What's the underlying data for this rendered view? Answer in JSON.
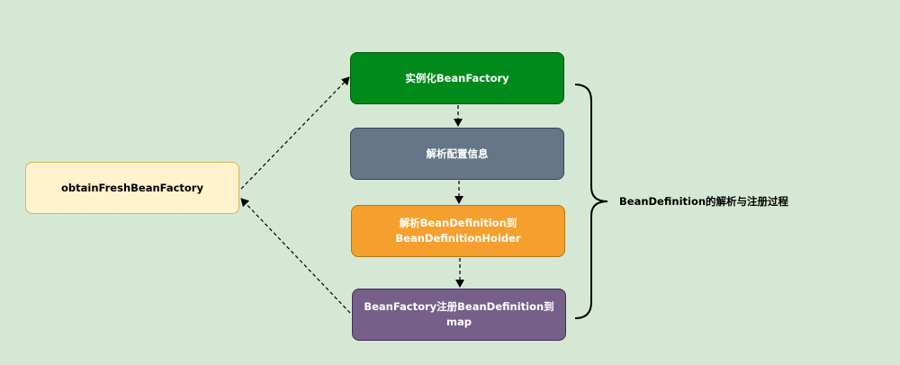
{
  "nodes": {
    "obtain": "obtainFreshBeanFactory",
    "instantiate": "实例化BeanFactory",
    "parse_config": "解析配置信息",
    "parse_def_line1": "解析BeanDefinition到",
    "parse_def_line2": "BeanDefinitionHolder",
    "register": "BeanFactory注册BeanDefinition到map"
  },
  "brace_label": "BeanDefinition的解析与注册过程",
  "colors": {
    "background": "#d5e8d4",
    "instantiate_fill": "#008a1c",
    "parse_config_fill": "#647687",
    "parse_def_fill": "#f5a02e",
    "register_fill": "#76608a",
    "obtain_fill": "#fff2cc"
  }
}
